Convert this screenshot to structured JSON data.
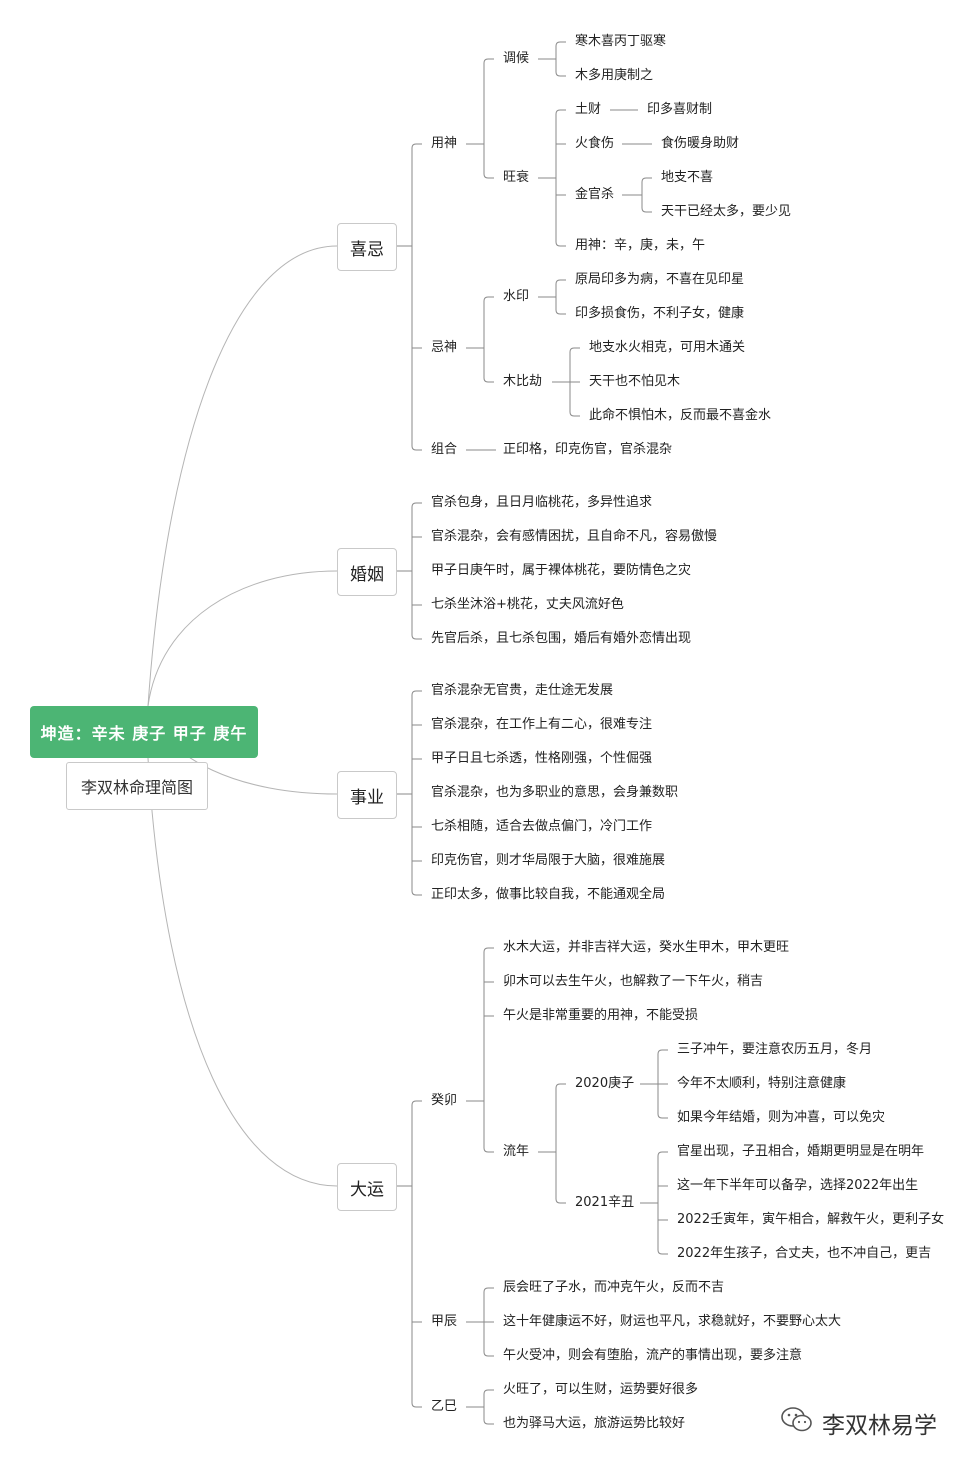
{
  "root": "坤造：辛未 庚子 甲子 庚午",
  "subtitle": "李双林命理简图",
  "watermark": "李双林易学",
  "watermark_icon": "wechat-icon",
  "colors": {
    "root_bg": "#4cb574",
    "line": "#8a8a8a",
    "curve": "#b5b5b5"
  },
  "nodes": {
    "b1": "喜忌",
    "b2": "婚姻",
    "b3": "事业",
    "b4": "大运",
    "yongshen": "用神",
    "tiaohou": "调候",
    "th1": "寒木喜丙丁驱寒",
    "th2": "木多用庚制之",
    "wangshuai": "旺衰",
    "tucai": "土财",
    "tucai_n": "印多喜财制",
    "huoshi": "火食伤",
    "huoshi_n": "食伤暖身助财",
    "jinguan": "金官杀",
    "jg1": "地支不喜",
    "jg2": "天干已经太多，要少见",
    "ys_list": "用神：辛，庚，未，午",
    "jishen": "忌神",
    "shuiyin": "水印",
    "sy1": "原局印多为病，不喜在见印星",
    "sy2": "印多损食伤，不利子女，健康",
    "mubijie": "木比劫",
    "mb1": "地支水火相克，可用木通关",
    "mb2": "天干也不怕见木",
    "mb3": "此命不惧怕木，反而最不喜金水",
    "zuhe": "组合",
    "zuhe_n": "正印格，印克伤官，官杀混杂",
    "hy1": "官杀包身，且日月临桃花，多异性追求",
    "hy2": "官杀混杂，会有感情困扰，且自命不凡，容易傲慢",
    "hy3": "甲子日庚午时，属于裸体桃花，要防情色之灾",
    "hy4": "七杀坐沐浴+桃花，丈夫风流好色",
    "hy5": "先官后杀，且七杀包围，婚后有婚外恋情出现",
    "sy_1": "官杀混杂无官贵，走仕途无发展",
    "sy_2": "官杀混杂，在工作上有二心，很难专注",
    "sy_3": "甲子日且七杀透，性格刚强，个性倔强",
    "sy_4": "官杀混杂，也为多职业的意思，会身兼数职",
    "sy_5": "七杀相随，适合去做点偏门，冷门工作",
    "sy_6": "印克伤官，则才华局限于大脑，很难施展",
    "sy_7": "正印太多，做事比较自我，不能通观全局",
    "guimao": "癸卯",
    "gm1": "水木大运，并非吉祥大运，癸水生甲木，甲木更旺",
    "gm2": "卯木可以去生午火，也解救了一下午火，稍吉",
    "gm3": "午火是非常重要的用神，不能受损",
    "liunian": "流年",
    "y2020": "2020庚子",
    "y20_1": "三子冲午，要注意农历五月，冬月",
    "y20_2": "今年不太顺利，特别注意健康",
    "y20_3": "如果今年结婚，则为冲喜，可以免灾",
    "y2021": "2021辛丑",
    "y21_1": "官星出现，子丑相合，婚期更明显是在明年",
    "y21_2": "这一年下半年可以备孕，选择2022年出生",
    "y21_3": "2022壬寅年，寅午相合，解救午火，更利子女",
    "y21_4": "2022年生孩子，合丈夫，也不冲自己，更吉",
    "jiachen": "甲辰",
    "jc1": "辰会旺了子水，而冲克午火，反而不吉",
    "jc2": "这十年健康运不好，财运也平凡，求稳就好，不要野心太大",
    "jc3": "午火受冲，则会有堕胎，流产的事情出现，要多注意",
    "yisi": "乙巳",
    "ys1": "火旺了，可以生财，运势要好很多",
    "ys2": "也为驿马大运，旅游运势比较好"
  }
}
